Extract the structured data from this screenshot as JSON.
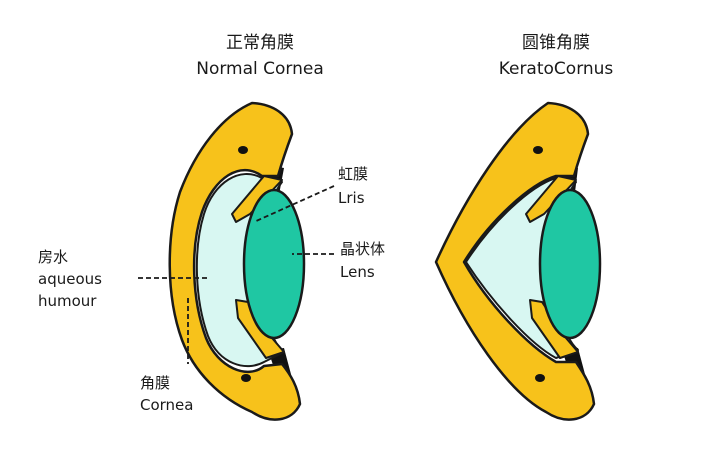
{
  "left_diagram": {
    "title_cn": "正常角膜",
    "title_en": "Normal Cornea"
  },
  "right_diagram": {
    "title_cn": "圆锥角膜",
    "title_en": "KeratoCornus"
  },
  "labels": {
    "iris_cn": "虹膜",
    "iris_en": "Lris",
    "lens_cn": "晶状体",
    "lens_en": "Lens",
    "aqueous_cn": "房水",
    "aqueous_en_1": "aqueous",
    "aqueous_en_2": "humour",
    "cornea_cn": "角膜",
    "cornea_en": "Cornea"
  },
  "colors": {
    "cornea": "#f7c21b",
    "aqueous_humour": "#d8f7f2",
    "lens": "#1fc7a3",
    "outline": "#1a1a1a"
  }
}
